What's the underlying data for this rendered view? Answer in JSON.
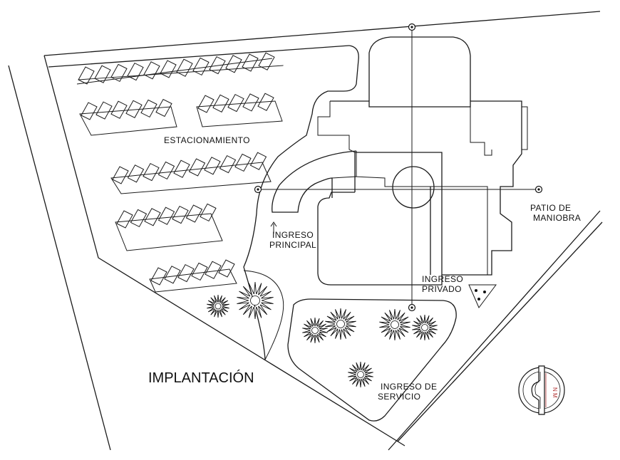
{
  "labels": {
    "estacionamiento": "ESTACIONAMIENTO",
    "ingreso_principal_1": "INGRESO",
    "ingreso_principal_2": "PRINCIPAL",
    "patio_1": "PATIO DE",
    "patio_2": "MANIOBRA",
    "ingreso_privado_1": "INGRESO",
    "ingreso_privado_2": "PRIVADO",
    "ingreso_servicio_1": "INGRESO DE",
    "ingreso_servicio_2": "SERVICIO",
    "title": "IMPLANTACIÓN"
  },
  "north_arrow": {
    "letters": "N M"
  },
  "icons": [
    "north-arrow-icon",
    "tree-icon",
    "parking-stall-icon",
    "axis-marker-icon"
  ]
}
